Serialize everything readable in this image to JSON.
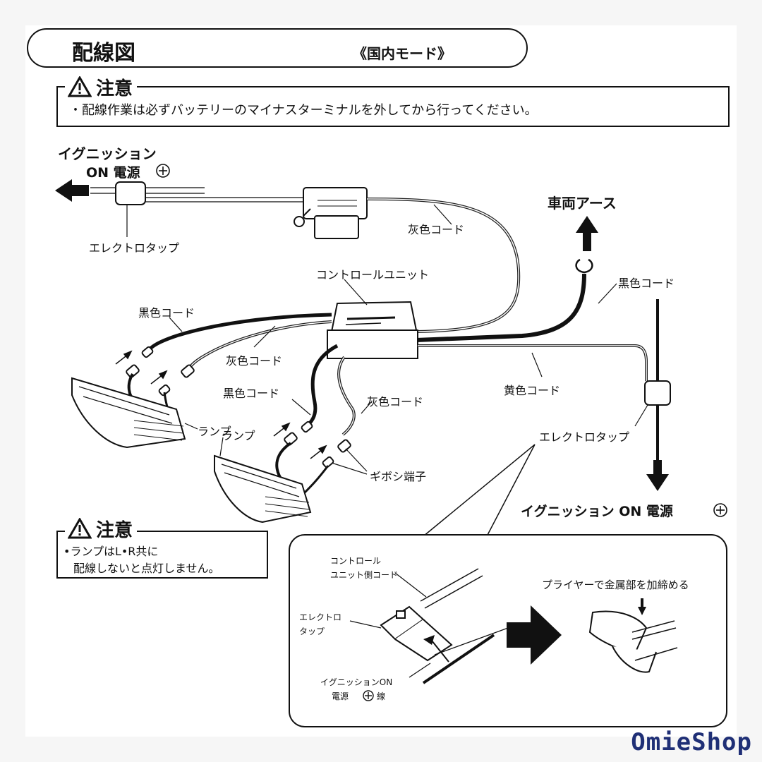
{
  "header": {
    "title": "配線図",
    "mode": "《国内モード》"
  },
  "caution_top": {
    "heading": "注意",
    "text": "・配線作業は必ずバッテリーのマイナスターミナルを外してから行ってください。"
  },
  "caution_bottom": {
    "heading": "注意",
    "line1": "•ランプはL•R共に",
    "line2": "配線しないと点灯しません。"
  },
  "labels": {
    "ignition_left_line1": "イグニッション",
    "ignition_left_line2": "ON 電源",
    "electro_tap_left": "エレクトロタップ",
    "gray_cord_top": "灰色コード",
    "vehicle_ground": "車両アース",
    "control_unit": "コントロールユニット",
    "black_cord_right": "黒色コード",
    "black_cord_left": "黒色コード",
    "gray_cord_mid": "灰色コード",
    "black_cord_mid": "黒色コード",
    "gray_cord_lower": "灰色コード",
    "yellow_cord": "黄色コード",
    "lamp_1": "ランプ",
    "lamp_2": "ランプ",
    "gibosi_terminal": "ギボシ端子",
    "electro_tap_right": "エレクトロタップ",
    "ignition_right": "イグニッション ON 電源"
  },
  "detail": {
    "control_unit_cord_line1": "コントロール",
    "control_unit_cord_line2": "ユニット側コード",
    "electro_tap_line1": "エレクトロ",
    "electro_tap_line2": "タップ",
    "ignition_wire_line1": "イグニッションON",
    "ignition_wire_line2": "電源",
    "ignition_wire_suffix": "線",
    "plier_instruction": "プライヤーで金属部を加締める"
  },
  "watermark": "OmieShop"
}
